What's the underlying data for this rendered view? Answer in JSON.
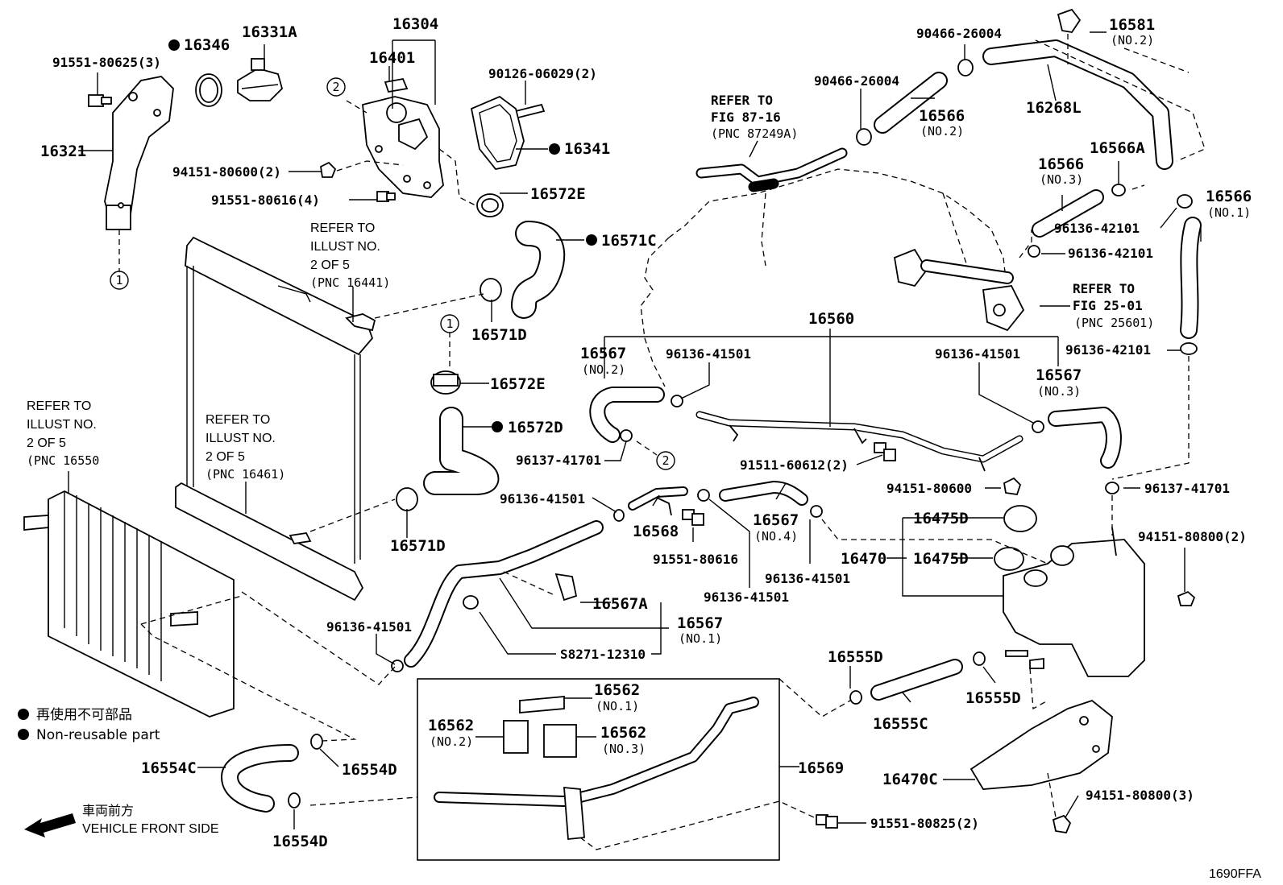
{
  "labels": {
    "p16304": "16304",
    "p16331a": "16331A",
    "p16346": "16346",
    "p91551_80625": "91551-80625(3)",
    "p16401": "16401",
    "p90126": "90126-06029(2)",
    "p16341": "16341",
    "p16321": "16321",
    "p94151_80600_2": "94151-80600(2)",
    "p91551_80616_4": "91551-80616(4)",
    "p16572e_top": "16572E",
    "p16571c": "16571C",
    "p16571d_top": "16571D",
    "p16572e_mid": "16572E",
    "p16572d": "16572D",
    "p16571d_bot": "16571D",
    "p90466_a": "90466-26004",
    "p90466_b": "90466-26004",
    "p16581": "16581",
    "p16581_sub": "(NO.2)",
    "p16268l": "16268L",
    "p16566_2": "16566",
    "p16566_2_sub": "(NO.2)",
    "p16566_3": "16566",
    "p16566_3_sub": "(NO.3)",
    "p16566a": "16566A",
    "p16566_1": "16566",
    "p16566_1_sub": "(NO.1)",
    "p96136_42101_a": "96136-42101",
    "p96136_42101_b": "96136-42101",
    "p96136_42101_c": "96136-42101",
    "p16560": "16560",
    "p16567_2": "16567",
    "p16567_2_sub": "(NO.2)",
    "p96136_41501_a": "96136-41501",
    "p96136_41501_b": "96136-41501",
    "p16567_3": "16567",
    "p16567_3_sub": "(NO.3)",
    "p96137_41701_a": "96137-41701",
    "p91511_60612": "91511-60612(2)",
    "p94151_80600": "94151-80600",
    "p96137_41701_b": "96137-41701",
    "p96136_41501_c": "96136-41501",
    "p16568": "16568",
    "p91551_80616": "91551-80616",
    "p16567_4": "16567",
    "p16567_4_sub": "(NO.4)",
    "p96136_41501_d": "96136-41501",
    "p96136_41501_e": "96136-41501",
    "p16475d_a": "16475D",
    "p16470": "16470",
    "p16475d_b": "16475D",
    "p94151_80800_2": "94151-80800(2)",
    "p16567a": "16567A",
    "p16567_1": "16567",
    "p16567_1_sub": "(NO.1)",
    "p96136_41501_f": "96136-41501",
    "p s8271": "S8271-12310",
    "p16555d_a": "16555D",
    "p16555c": "16555C",
    "p16555d_b": "16555D",
    "p16562_1": "16562",
    "p16562_1_sub": "(NO.1)",
    "p16562_2": "16562",
    "p16562_2_sub": "(NO.2)",
    "p16562_3": "16562",
    "p16562_3_sub": "(NO.3)",
    "p16569": "16569",
    "p16470c": "16470C",
    "p94151_80800_3": "94151-80800(3)",
    "p91551_80825": "91551-80825(2)",
    "p16554c": "16554C",
    "p16554d_a": "16554D",
    "p16554d_b": "16554D"
  },
  "refs": {
    "fig8716": [
      "REFER TO",
      "FIG 87-16",
      "(PNC 87249A)"
    ],
    "fig2501": [
      "REFER TO",
      "FIG 25-01",
      "(PNC 25601)"
    ],
    "illust16441": [
      "REFER TO",
      "ILLUST NO.",
      "2 OF 5",
      "(PNC 16441)"
    ],
    "illust16461": [
      "REFER TO",
      "ILLUST NO.",
      "2 OF 5",
      "(PNC 16461)"
    ],
    "illust16550": [
      "REFER TO",
      "ILLUST NO.",
      "2 OF 5",
      "(PNC 16550"
    ]
  },
  "callouts": {
    "c1a": "1",
    "c2a": "2",
    "c1b": "1",
    "c2b": "2"
  },
  "legend": {
    "jp": "再使用不可部品",
    "en": "Non-reusable part",
    "front_jp": "車両前方",
    "front_en": "VEHICLE FRONT SIDE"
  },
  "figure_code": "1690FFA"
}
